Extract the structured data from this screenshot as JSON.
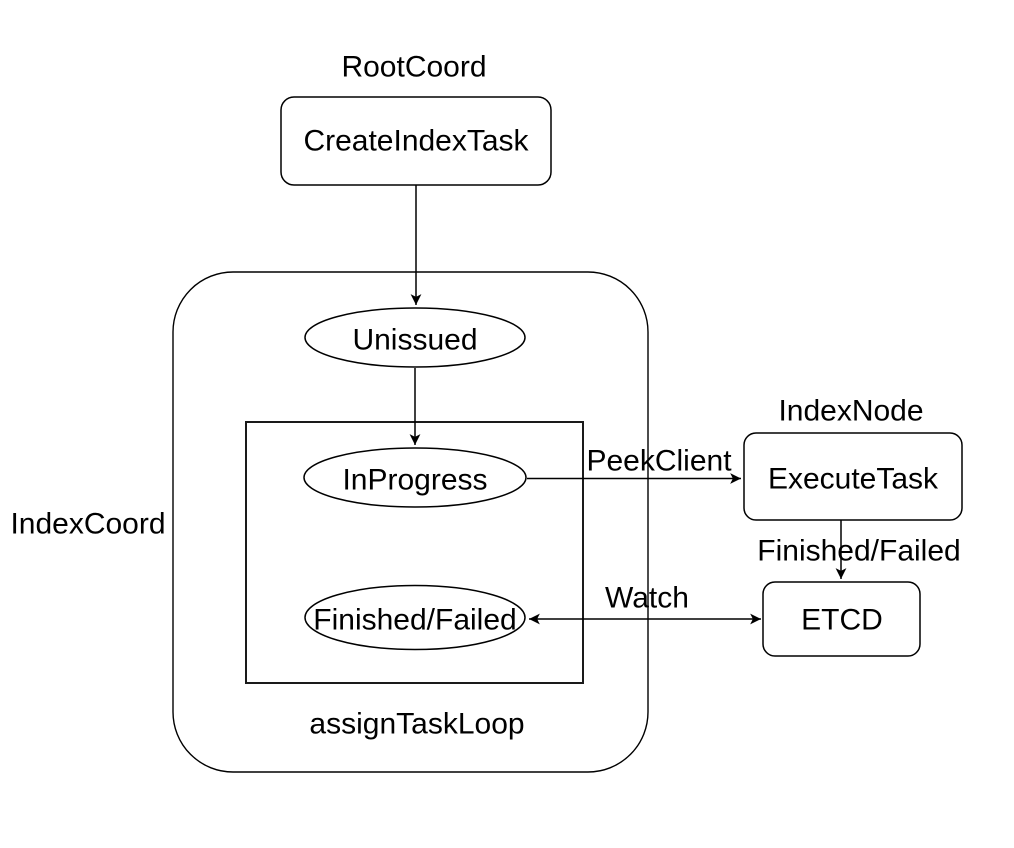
{
  "diagram": {
    "title_labels": {
      "root_coord": "RootCoord",
      "index_node": "IndexNode",
      "index_coord": "IndexCoord",
      "assign_task_loop": "assignTaskLoop"
    },
    "nodes": {
      "create_index_task": "CreateIndexTask",
      "unissued": "Unissued",
      "in_progress": "InProgress",
      "finished_failed": "Finished/Failed",
      "execute_task": "ExecuteTask",
      "etcd": "ETCD"
    },
    "edge_labels": {
      "peek_client": "PeekClient",
      "finished_failed": "Finished/Failed",
      "watch": "Watch"
    },
    "colors": {
      "stroke": "#000000",
      "background": "#ffffff",
      "text": "#000000"
    }
  }
}
